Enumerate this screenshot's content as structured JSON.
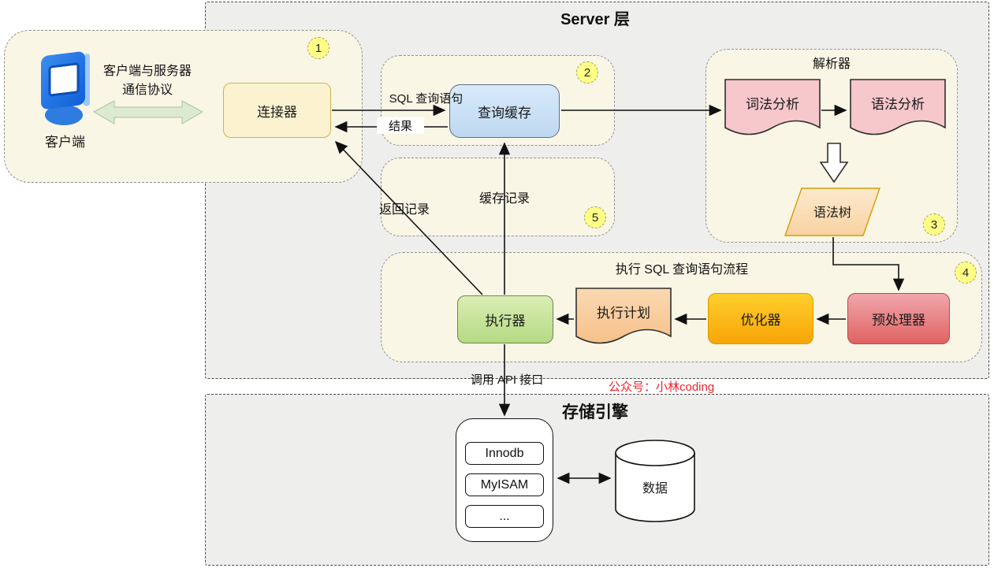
{
  "server_layer": {
    "title": "Server 层"
  },
  "storage_layer": {
    "title": "存储引擎"
  },
  "watermark": "公众号：小林coding",
  "client_group": {
    "badge": "1",
    "client_label": "客户端",
    "protocol_line1": "客户端与服务器",
    "protocol_line2": "通信协议",
    "connector": "连接器"
  },
  "query_cache_group": {
    "badge": "2",
    "node": "查询缓存"
  },
  "cache_record_group": {
    "badge": "5",
    "label": "缓存记录"
  },
  "parser_group": {
    "badge": "3",
    "title": "解析器",
    "lexical": "词法分析",
    "syntax": "语法分析",
    "syntax_tree": "语法树"
  },
  "execute_group": {
    "badge": "4",
    "title": "执行 SQL 查询语句流程",
    "executor": "执行器",
    "plan": "执行计划",
    "optimizer": "优化器",
    "preprocessor": "预处理器"
  },
  "edges": {
    "sql_query": "SQL 查询语句",
    "result": "结果",
    "return_record": "返回记录",
    "call_api": "调用 API 接口"
  },
  "storage": {
    "engines": [
      "Innodb",
      "MyISAM",
      "..."
    ],
    "data": "数据"
  },
  "colors": {
    "layer_bg": "#eeeeed",
    "group_bg": "#faf6e6",
    "badge_bg": "#ffff85",
    "connector": "#fbf3d0",
    "query_cache": "#c9def2",
    "doc_pink": "#f6c7cb",
    "syntax_tree": "#fbdcb4",
    "executor_green": "#c9e49c",
    "plan_orange": "#f8cb9e",
    "optimizer_yellow": "#fbba19",
    "preprocessor_red": "#e88487",
    "watermark_red": "#f0232e"
  }
}
